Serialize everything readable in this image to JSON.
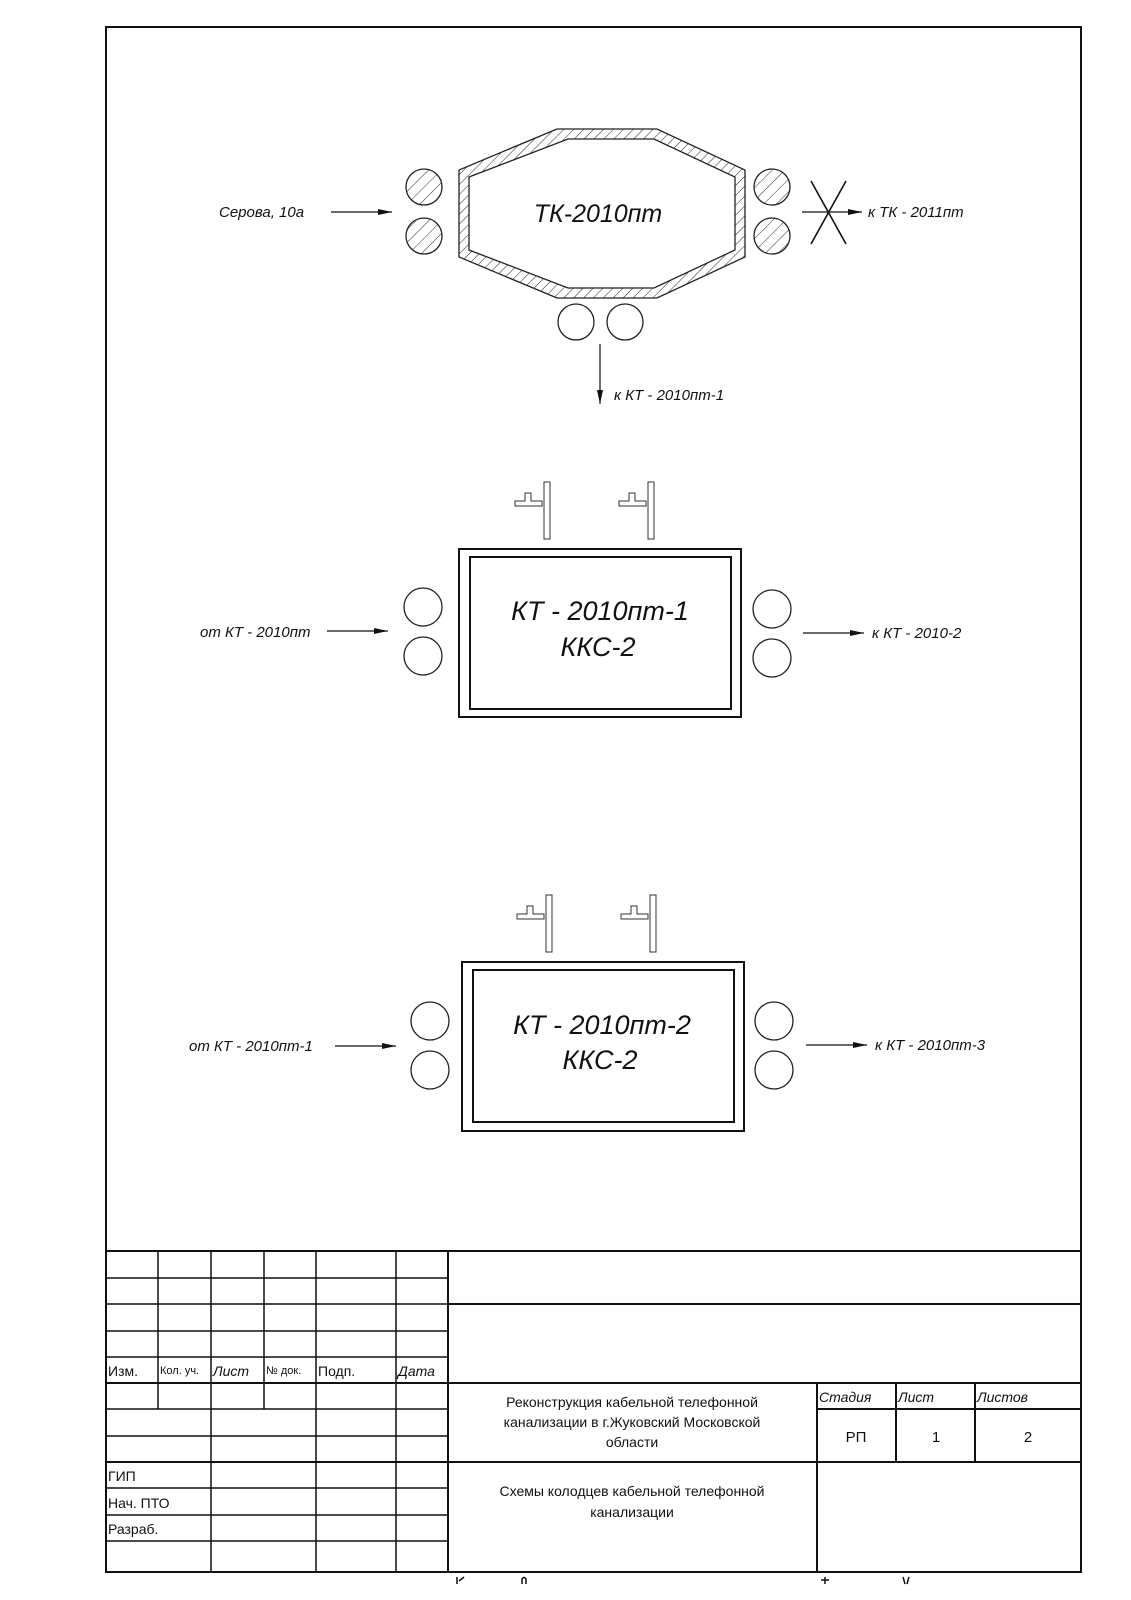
{
  "colors": {
    "ink": "#111111",
    "paper": "#ffffff"
  },
  "wells": [
    {
      "type": "octagon-hatched",
      "name": "ТК-2010пт",
      "name_main": "ТК-2010",
      "name_suffix": "пт",
      "inputs": [
        {
          "label": "Серова, 10а",
          "side": "left"
        }
      ],
      "outputs": [
        {
          "label": "к ТК - 2011пт",
          "side": "right",
          "crossed": true
        },
        {
          "label": "к КТ - 2010пт-1",
          "side": "bottom"
        }
      ],
      "ducts_hatched": true
    },
    {
      "type": "rectangle-double",
      "name_line1": "КТ - 2010пт-1",
      "name_line2": "ККС-2",
      "inputs": [
        {
          "label": "от КТ - 2010пт",
          "side": "left"
        }
      ],
      "outputs": [
        {
          "label": "к КТ - 2010-2",
          "side": "right"
        }
      ],
      "consoles": 2
    },
    {
      "type": "rectangle-double",
      "name_line1": "КТ - 2010пт-2",
      "name_line2": "ККС-2",
      "inputs": [
        {
          "label": "от КТ - 2010пт-1",
          "side": "left"
        }
      ],
      "outputs": [
        {
          "label": "к КТ - 2010пт-3",
          "side": "right"
        }
      ],
      "consoles": 2
    }
  ],
  "title_block": {
    "headers": [
      "Изм.",
      "Кол. уч.",
      "Лист",
      "№ док.",
      "Подп.",
      "Дата"
    ],
    "roles": [
      "ГИП",
      "Нач. ПТО",
      "Разраб."
    ],
    "project_title": [
      "Реконструкция кабельной телефонной",
      "канализации в г.Жуковский Московской",
      "области"
    ],
    "sheet_title": [
      "Схемы колодцев кабельной телефонной",
      "канализации"
    ],
    "stage_label": "Стадия",
    "sheet_label": "Лист",
    "sheets_label": "Листов",
    "stage_value": "РП",
    "sheet_value": "1",
    "sheets_value": "2"
  }
}
